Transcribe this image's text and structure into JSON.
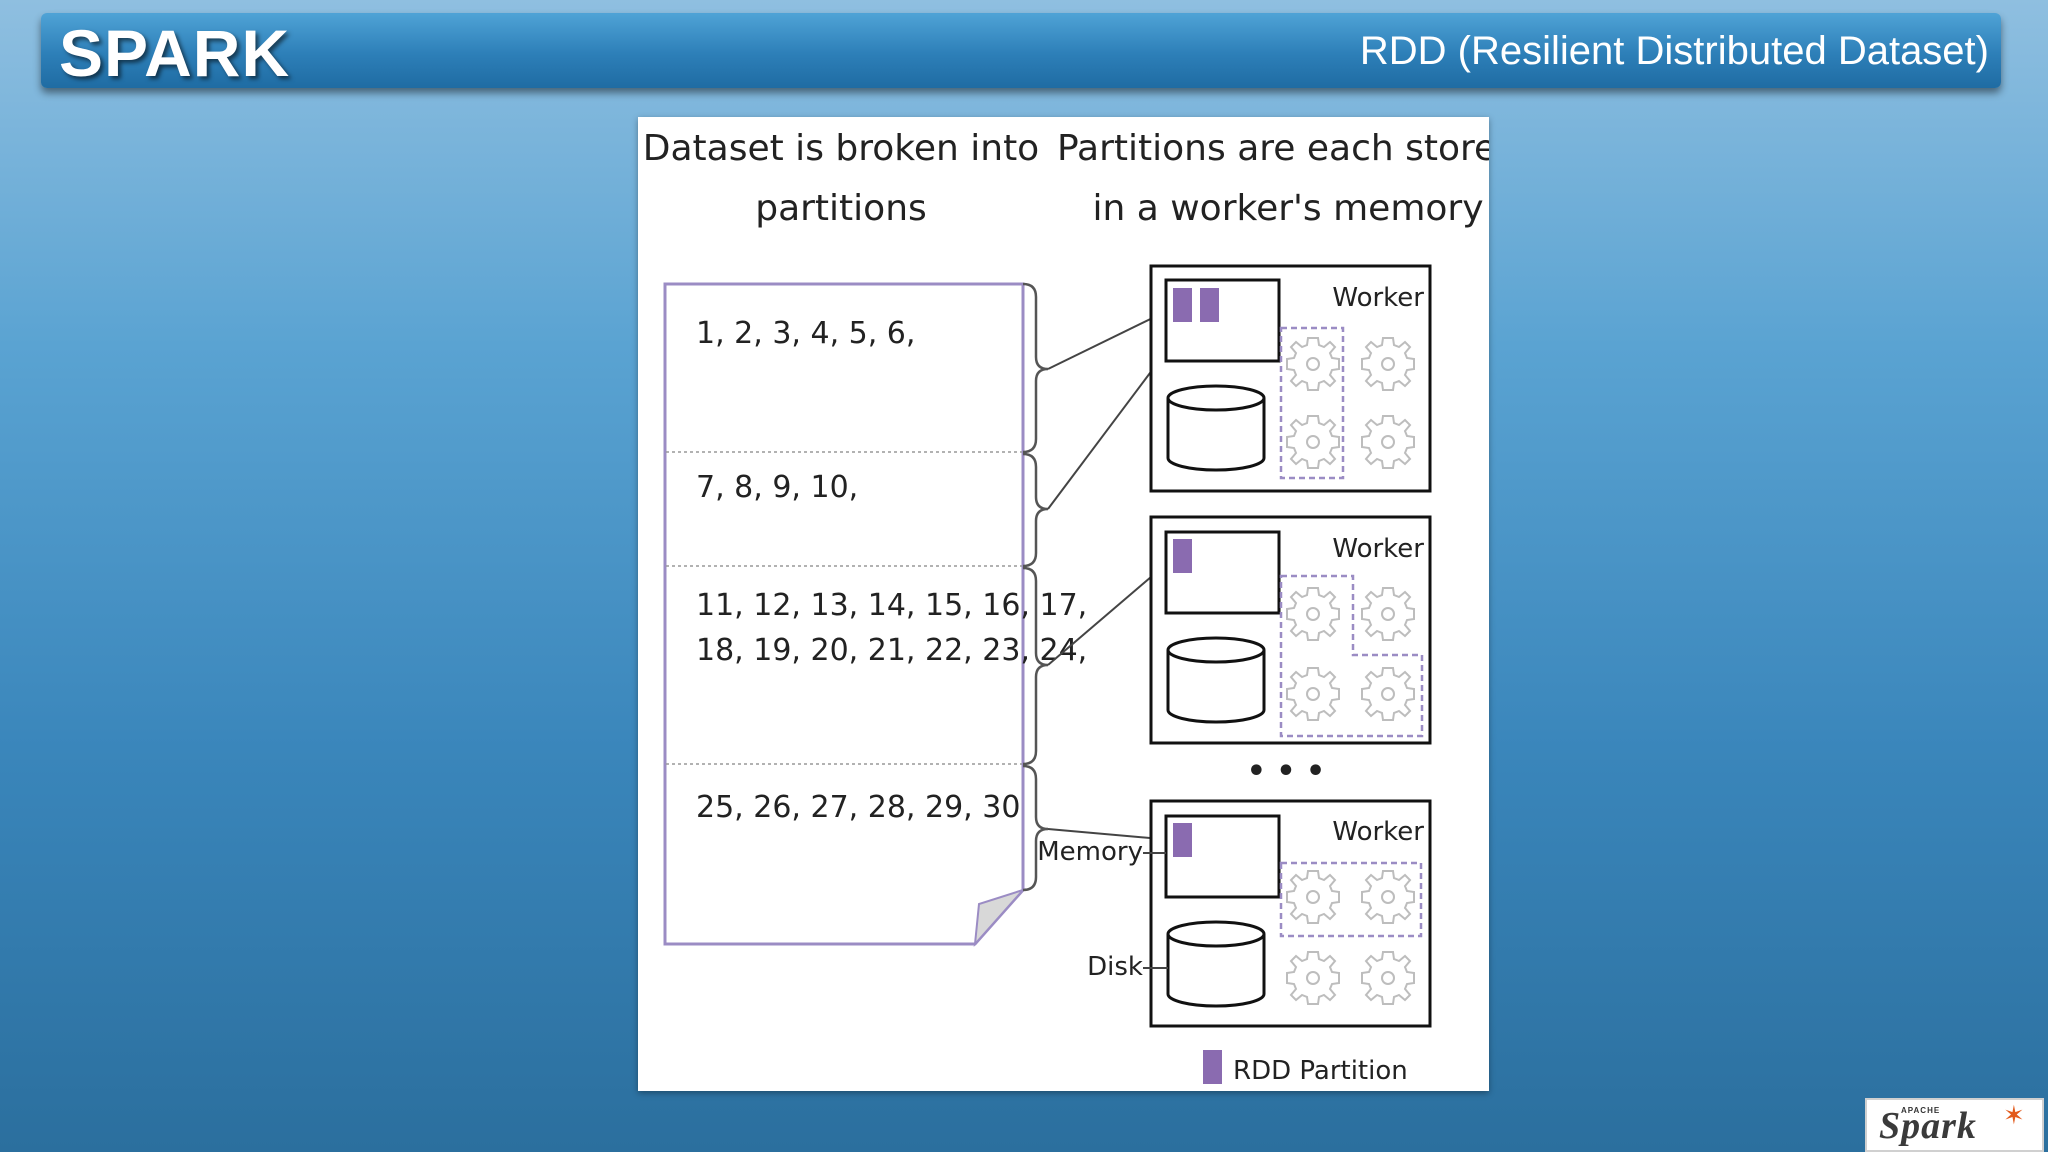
{
  "header": {
    "brand": "SPARK",
    "subtitle": "RDD (Resilient Distributed Dataset)"
  },
  "figure": {
    "left_heading": [
      "Dataset is broken into",
      "partitions"
    ],
    "right_heading": [
      "Partitions are each stored",
      "in a worker's memory"
    ],
    "partitions": [
      [
        "1, 2, 3, 4, 5, 6,"
      ],
      [
        "7, 8, 9, 10,"
      ],
      [
        "11, 12, 13, 14, 15, 16, 17,",
        "18, 19, 20, 21, 22, 23, 24,"
      ],
      [
        "25, 26, 27, 28, 29, 30"
      ]
    ],
    "worker_label": "Worker",
    "memory_label": "Memory",
    "disk_label": "Disk",
    "ellipsis": "• • •",
    "legend_label": "RDD Partition",
    "partition_color": "#8a6bb0",
    "document_border_color": "#9b8cc4"
  },
  "logo": {
    "small": "APACHE",
    "word": "Spark"
  }
}
